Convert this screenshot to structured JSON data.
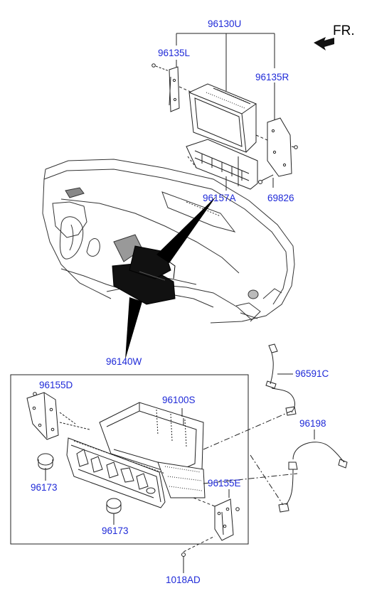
{
  "direction_label": "FR.",
  "label_color": "#1f2ad8",
  "callouts": {
    "radio_assembly": "96130U",
    "bracket_left": "96135L",
    "bracket_right": "96135R",
    "panel_switch": "96157A",
    "screw_69826": "69826",
    "head_unit_assembly": "96140W",
    "bracket_d": "96155D",
    "audio_unit": "96100S",
    "knob_upper": "96173",
    "knob_lower": "96173",
    "bracket_e": "96155E",
    "screw_1018ad": "1018AD",
    "usb_cable": "96591C",
    "aux_cable": "96198"
  }
}
